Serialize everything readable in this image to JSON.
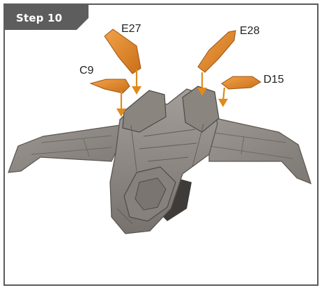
{
  "step": {
    "label": "Step 10"
  },
  "parts": [
    {
      "id": "E27",
      "color": "#e58a2c"
    },
    {
      "id": "E28",
      "color": "#e58a2c"
    },
    {
      "id": "C9",
      "color": "#e58a2c"
    },
    {
      "id": "D15",
      "color": "#e58a2c"
    }
  ],
  "colors": {
    "frame_border": "#5a5a5a",
    "tab_background": "#5d5d5d",
    "ship_body": "#8f8a86",
    "ship_shadow": "#5f5b57",
    "part_orange": "#e58a2c",
    "arrow_orange": "#e08a1e"
  }
}
